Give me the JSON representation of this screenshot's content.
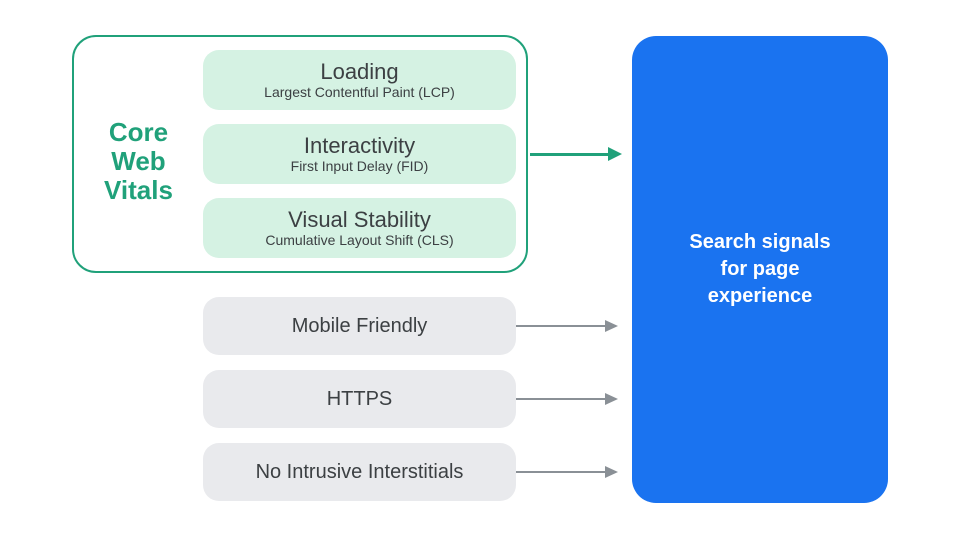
{
  "diagram": {
    "core_web_vitals": {
      "label_lines": [
        "Core",
        "Web",
        "Vitals"
      ],
      "items": [
        {
          "title": "Loading",
          "subtitle": "Largest Contentful Paint (LCP)"
        },
        {
          "title": "Interactivity",
          "subtitle": "First Input Delay (FID)"
        },
        {
          "title": "Visual Stability",
          "subtitle": "Cumulative Layout Shift (CLS)"
        }
      ]
    },
    "other_signals": [
      {
        "label": "Mobile Friendly"
      },
      {
        "label": "HTTPS"
      },
      {
        "label": "No Intrusive Interstitials"
      }
    ],
    "target": {
      "lines": [
        "Search signals",
        "for page",
        "experience"
      ]
    }
  },
  "colors": {
    "teal": "#20A17A",
    "mint": "#D5F2E3",
    "blue": "#1A73F0",
    "gray_box": "#E9EAED",
    "text_dark": "#3C4043",
    "arrow_gray": "#8A9096",
    "background": "#FFFFFF"
  }
}
